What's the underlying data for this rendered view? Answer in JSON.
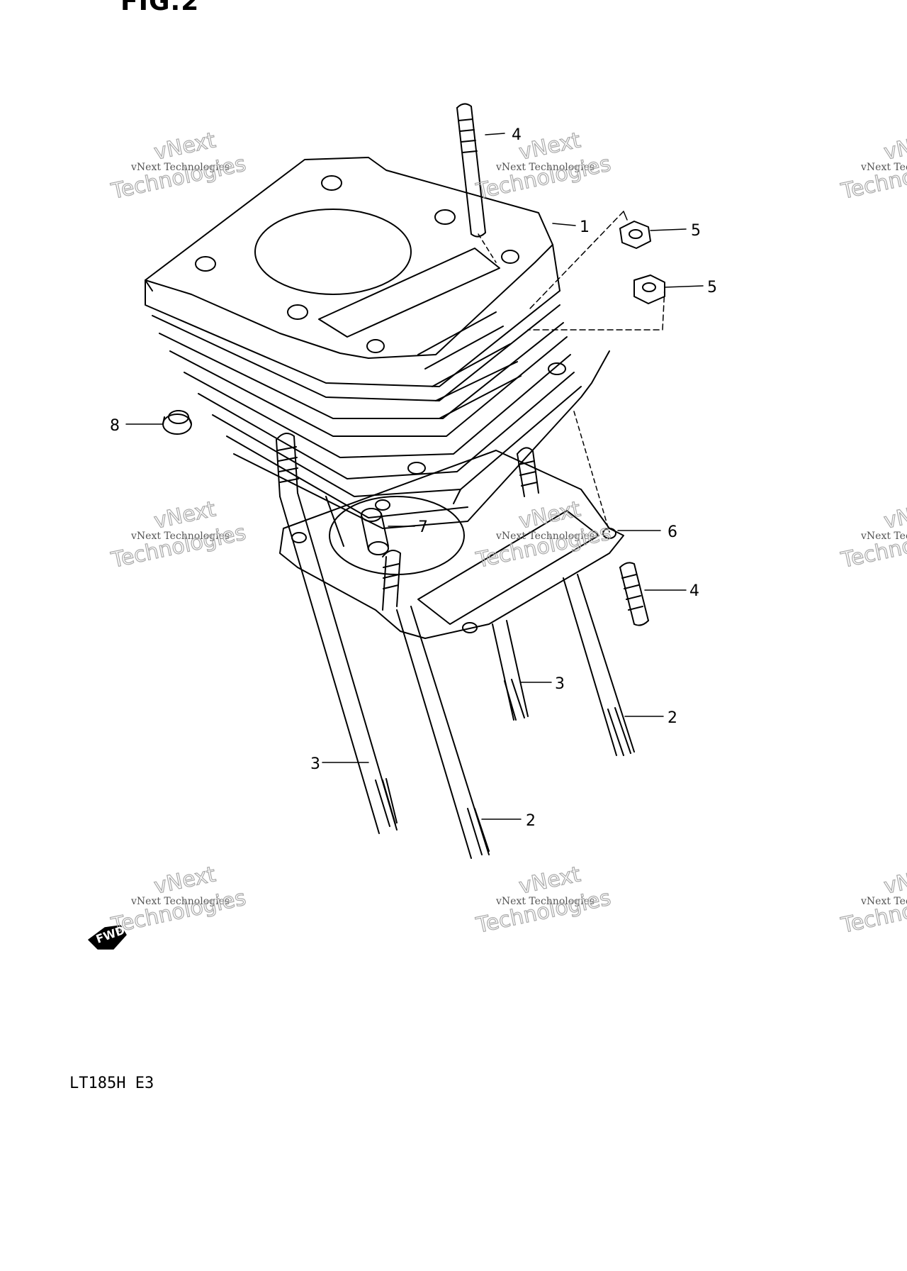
{
  "figure": {
    "title": "FIG.2",
    "model": "LT185H  E3"
  },
  "callouts": [
    {
      "id": "c1",
      "label": "1"
    },
    {
      "id": "c2a",
      "label": "2"
    },
    {
      "id": "c2b",
      "label": "2"
    },
    {
      "id": "c3a",
      "label": "3"
    },
    {
      "id": "c3b",
      "label": "3"
    },
    {
      "id": "c4a",
      "label": "4"
    },
    {
      "id": "c4b",
      "label": "4"
    },
    {
      "id": "c5a",
      "label": "5"
    },
    {
      "id": "c5b",
      "label": "5"
    },
    {
      "id": "c6",
      "label": "6"
    },
    {
      "id": "c7",
      "label": "7"
    },
    {
      "id": "c8",
      "label": "8"
    }
  ],
  "watermark": {
    "line1": "vNext Technologies",
    "line2": "vNext",
    "line3": "Technologies"
  },
  "forward_marker": {
    "label": "FWD"
  }
}
